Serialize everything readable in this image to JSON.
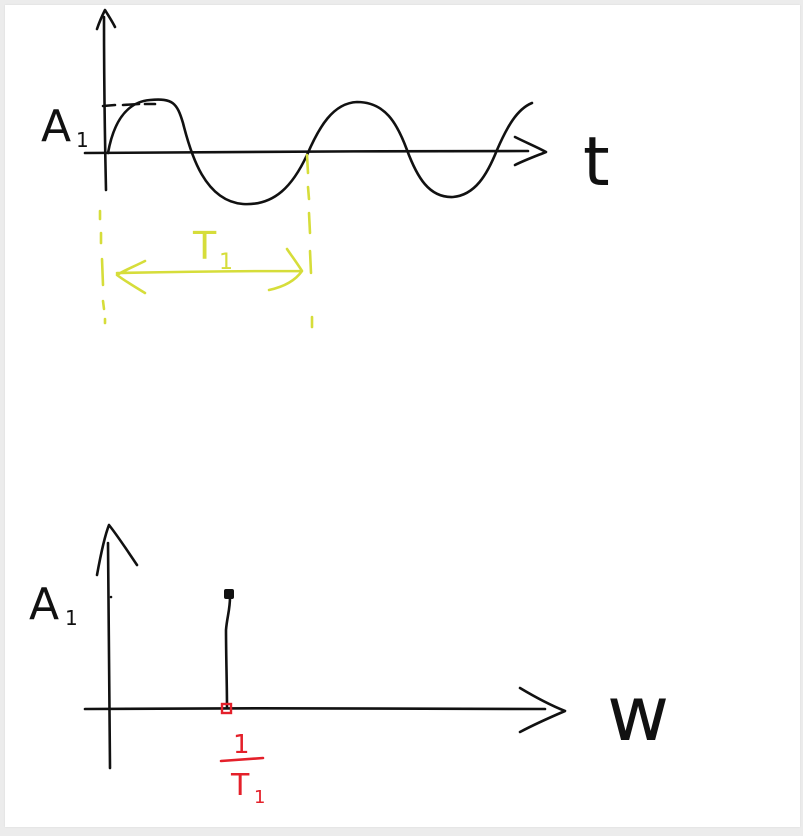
{
  "colors": {
    "ink": "#111111",
    "period_marker": "#d6dd3a",
    "frequency_marker": "#e4202a",
    "background": "#ffffff"
  },
  "time_plot": {
    "amplitude_label": "A",
    "amplitude_subscript": "1",
    "axis_label": "t",
    "period_label": "T",
    "period_subscript": "1"
  },
  "frequency_plot": {
    "amplitude_label": "A",
    "amplitude_subscript": "1",
    "axis_label": "w",
    "tick_numerator": "1",
    "tick_denominator": "T",
    "tick_denominator_subscript": "1"
  }
}
